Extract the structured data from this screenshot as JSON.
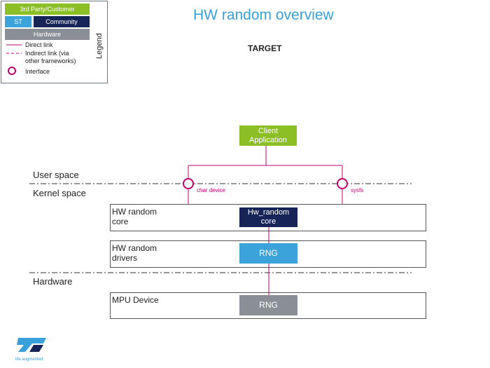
{
  "title": "HW random  overview",
  "subtitle": "TARGET",
  "legend": {
    "side_label": "Legend",
    "third_party": "3rd Party/Customer",
    "st": "ST",
    "community": "Community",
    "hardware": "Hardware",
    "direct_link": "Direct link",
    "indirect_link": "Indirect link (via\nother frameworks)",
    "interface": "Interface"
  },
  "spaces": {
    "user": "User space",
    "kernel": "Kernel space",
    "hardware": "Hardware"
  },
  "layers": {
    "core": "HW random\ncore",
    "drivers": "HW random\ndrivers",
    "mpu": "MPU Device"
  },
  "blocks": {
    "client": "Client\nApplication",
    "hw_random_core": "Hw_random\ncore",
    "rng_driver": "RNG",
    "rng_hw": "RNG"
  },
  "interfaces": {
    "char_device": "char device",
    "sysfs": "sysfs"
  },
  "logo": {
    "text": "life.augmented"
  },
  "colors": {
    "third_party": "#8cbf26",
    "st": "#3ba3d9",
    "community": "#172458",
    "hardware": "#8a8f96",
    "link": "#c0006b",
    "title": "#3aa0da"
  }
}
